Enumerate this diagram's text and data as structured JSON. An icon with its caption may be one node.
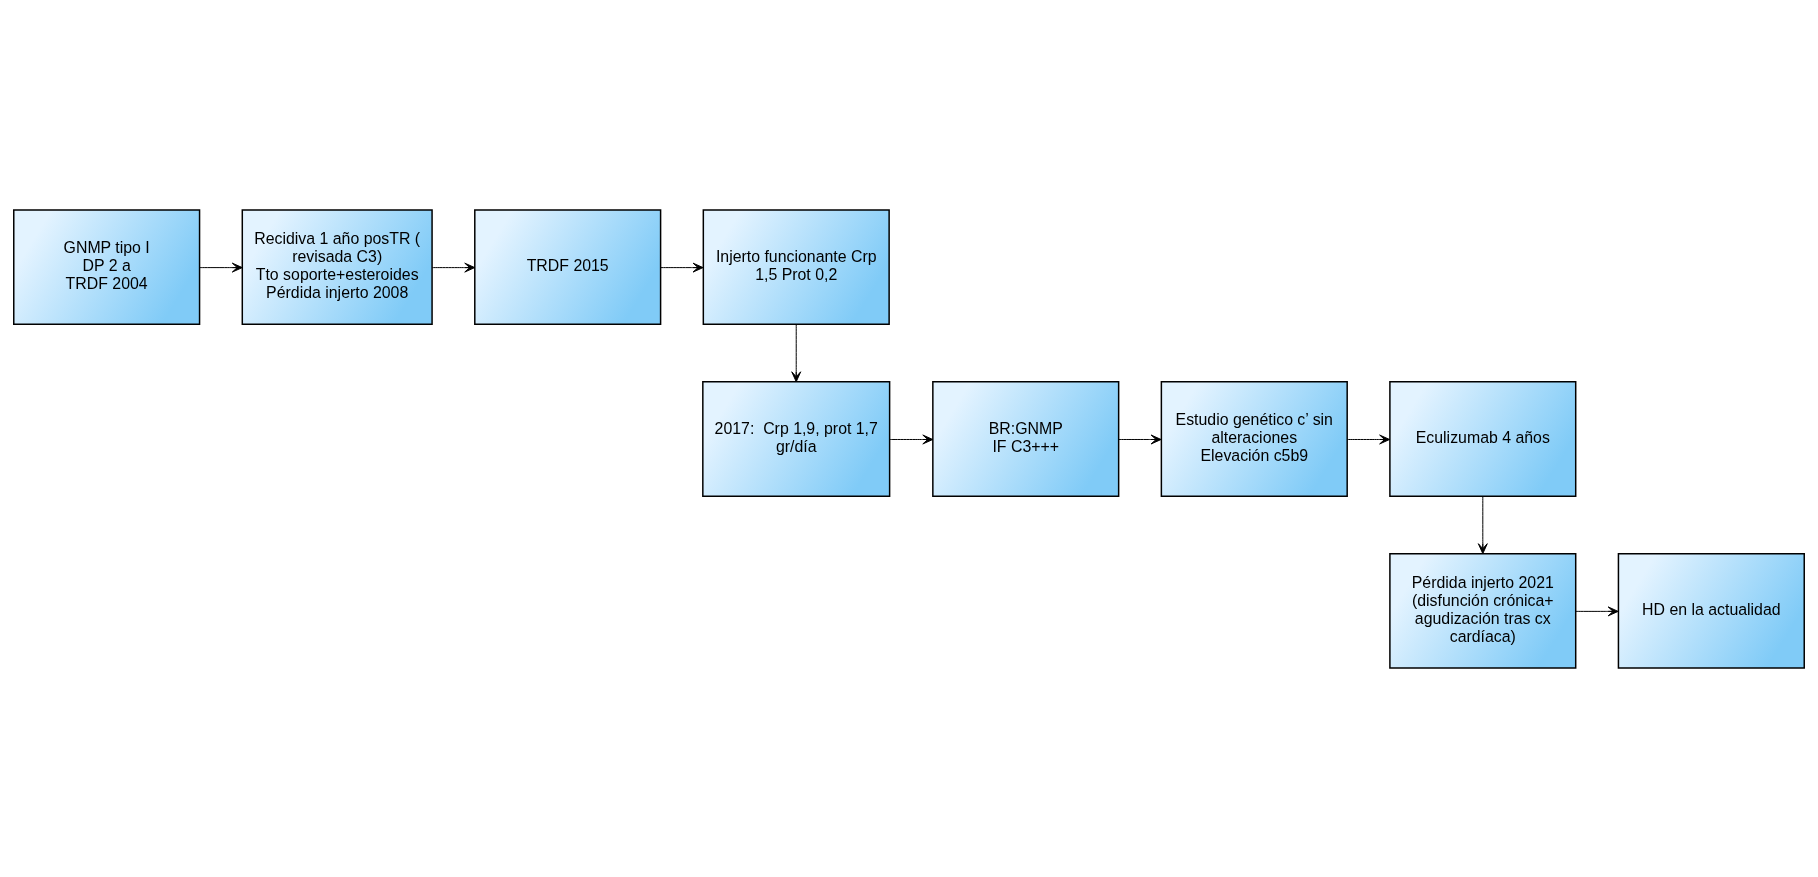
{
  "diagram": {
    "nodes": [
      {
        "text": [
          "GNMP tipo I",
          "DP 2 a",
          "TRDF 2004"
        ]
      },
      {
        "text": [
          "Recidiva 1 año posTR ( revisada C3)",
          "Tto soporte+esteroides",
          "Pérdida injerto 2008"
        ]
      },
      {
        "text": [
          "TRDF 2015"
        ]
      },
      {
        "text": [
          "Injerto funcionante Crp 1,5 Prot 0,2"
        ]
      },
      {
        "text": [
          "2017:  Crp 1,9, prot 1,7 gr/día"
        ]
      },
      {
        "text": [
          "BR:GNMP",
          "IF C3+++"
        ]
      },
      {
        "text": [
          "Estudio genético c’ sin alteraciones",
          "Elevación c5b9"
        ]
      },
      {
        "text": [
          "Eculizumab 4 años"
        ]
      },
      {
        "text": [
          "Pérdida injerto 2021 (disfunción crónica+ agudización tras cx cardíaca)"
        ]
      },
      {
        "text": [
          "HD en la actualidad"
        ]
      }
    ],
    "edges": [
      {
        "from": 0,
        "to": 1,
        "arrow": "to"
      },
      {
        "from": 1,
        "to": 2,
        "arrow": "to"
      },
      {
        "from": 2,
        "to": 3,
        "arrow": "to"
      },
      {
        "from": 3,
        "to": 4,
        "arrow": "to"
      },
      {
        "from": 4,
        "to": 5,
        "arrow": "to"
      },
      {
        "from": 5,
        "to": 6,
        "arrow": "to"
      },
      {
        "from": 6,
        "to": 7,
        "arrow": "to"
      },
      {
        "from": 7,
        "to": 8,
        "arrow": "to"
      },
      {
        "from": 8,
        "to": 9,
        "arrow": "to"
      }
    ]
  }
}
